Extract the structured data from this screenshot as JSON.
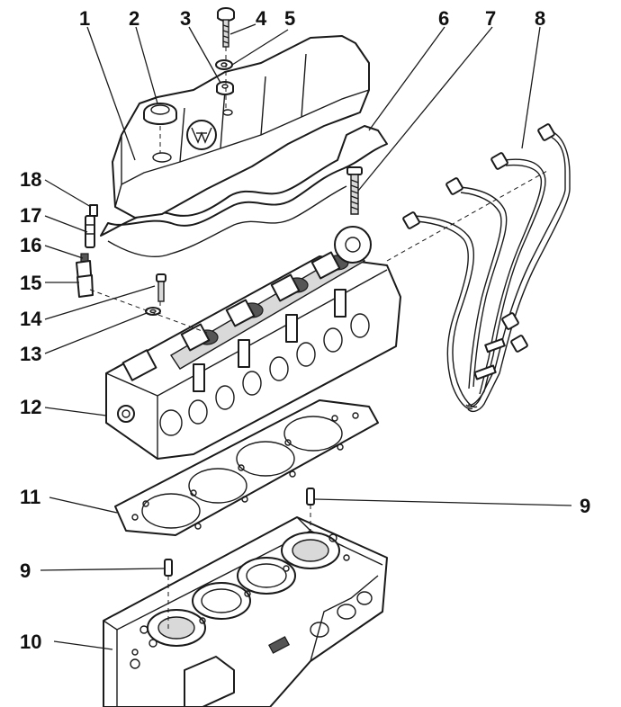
{
  "callouts": [
    {
      "id": "1",
      "text": "1"
    },
    {
      "id": "2",
      "text": "2"
    },
    {
      "id": "3",
      "text": "3"
    },
    {
      "id": "4",
      "text": "4"
    },
    {
      "id": "5",
      "text": "5"
    },
    {
      "id": "6",
      "text": "6"
    },
    {
      "id": "7",
      "text": "7"
    },
    {
      "id": "8",
      "text": "8"
    },
    {
      "id": "9a",
      "text": "9"
    },
    {
      "id": "9b",
      "text": "9"
    },
    {
      "id": "10",
      "text": "10"
    },
    {
      "id": "11",
      "text": "11"
    },
    {
      "id": "12",
      "text": "12"
    },
    {
      "id": "13",
      "text": "13"
    },
    {
      "id": "14",
      "text": "14"
    },
    {
      "id": "15",
      "text": "15"
    },
    {
      "id": "16",
      "text": "16"
    },
    {
      "id": "17",
      "text": "17"
    },
    {
      "id": "18",
      "text": "18"
    }
  ],
  "colors": {
    "ink": "#1a1a1a",
    "background": "#ffffff",
    "shade": "#d9d9d9"
  }
}
